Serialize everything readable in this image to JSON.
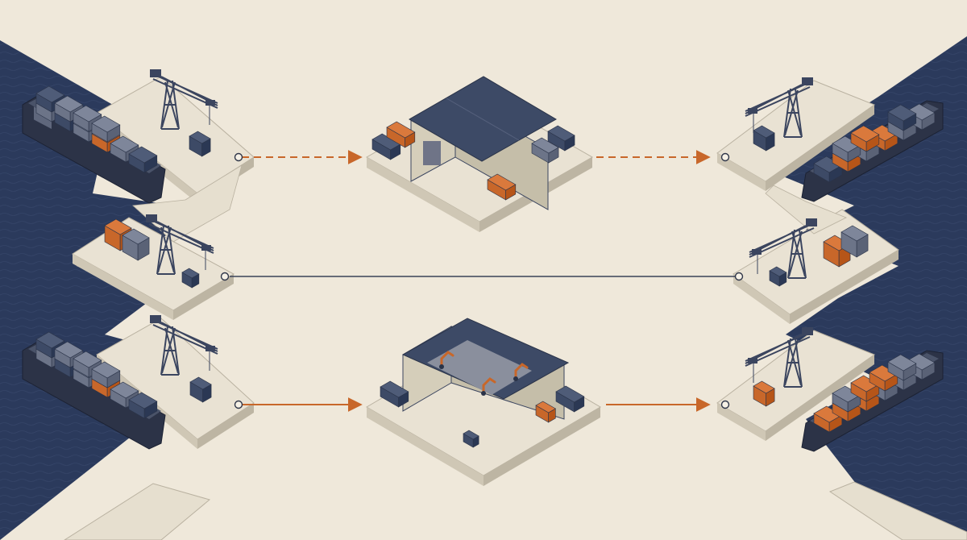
{
  "diagram": {
    "kind": "isometric-logistics-flow",
    "nodes": [
      {
        "id": "port-top-left",
        "type": "port-terminal",
        "has_ship": true
      },
      {
        "id": "port-mid-left",
        "type": "port-terminal",
        "has_ship": false
      },
      {
        "id": "port-bottom-left",
        "type": "port-terminal",
        "has_ship": true
      },
      {
        "id": "warehouse-hub",
        "type": "warehouse"
      },
      {
        "id": "factory-hub",
        "type": "automated-factory"
      },
      {
        "id": "port-top-right",
        "type": "port-terminal",
        "has_ship": true
      },
      {
        "id": "port-mid-right",
        "type": "port-terminal",
        "has_ship": false
      },
      {
        "id": "port-bottom-right",
        "type": "port-terminal",
        "has_ship": true
      }
    ],
    "connections": [
      {
        "from": "port-top-left",
        "to": "warehouse-hub",
        "style": "dashed",
        "color": "#c8672a",
        "arrow": true
      },
      {
        "from": "warehouse-hub",
        "to": "port-top-right",
        "style": "dashed",
        "color": "#c8672a",
        "arrow": true
      },
      {
        "from": "port-mid-left",
        "to": "port-mid-right",
        "style": "solid",
        "color": "#3a4258",
        "arrow": false
      },
      {
        "from": "port-bottom-left",
        "to": "factory-hub",
        "style": "solid",
        "color": "#c8672a",
        "arrow": true
      },
      {
        "from": "factory-hub",
        "to": "port-bottom-right",
        "style": "solid",
        "color": "#c8672a",
        "arrow": true
      }
    ]
  },
  "colors": {
    "background": "#efe8da",
    "water": "#2b3a5c",
    "quay": "#e6dfcf",
    "structure": "#3b455f",
    "accent": "#c8672a",
    "container_grey": "#6c7488",
    "container_navy": "#3d4a66"
  }
}
